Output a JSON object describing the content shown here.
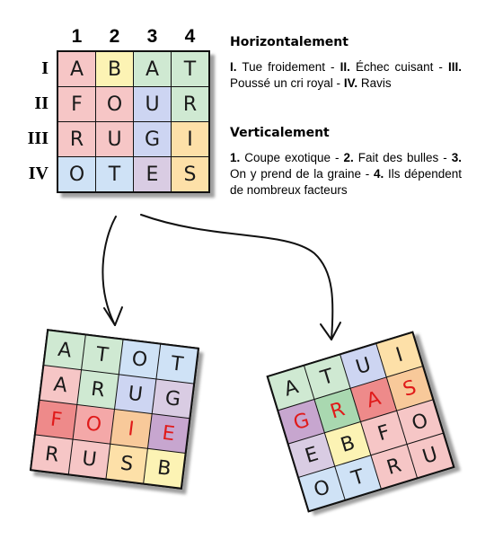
{
  "column_numbers": [
    "1",
    "2",
    "3",
    "4"
  ],
  "row_numbers": [
    "I",
    "II",
    "III",
    "IV"
  ],
  "main_grid": {
    "cells": [
      {
        "letter": "A",
        "color": "#f6c6c6"
      },
      {
        "letter": "B",
        "color": "#fcf3b4"
      },
      {
        "letter": "A",
        "color": "#cfe9d2"
      },
      {
        "letter": "T",
        "color": "#cfe9d2"
      },
      {
        "letter": "F",
        "color": "#f6c6c6"
      },
      {
        "letter": "O",
        "color": "#f6c6c6"
      },
      {
        "letter": "U",
        "color": "#cdd5f2"
      },
      {
        "letter": "R",
        "color": "#cfe9d2"
      },
      {
        "letter": "R",
        "color": "#f6c6c6"
      },
      {
        "letter": "U",
        "color": "#f6c6c6"
      },
      {
        "letter": "G",
        "color": "#cdd5f2"
      },
      {
        "letter": "I",
        "color": "#fde0a8"
      },
      {
        "letter": "O",
        "color": "#cfe2f6"
      },
      {
        "letter": "T",
        "color": "#cfe2f6"
      },
      {
        "letter": "E",
        "color": "#d9cce3"
      },
      {
        "letter": "S",
        "color": "#fde0a8"
      }
    ]
  },
  "clues": {
    "horizontal": {
      "heading": "Horizontalement",
      "items": [
        {
          "num": "I.",
          "text": " Tue froidement - "
        },
        {
          "num": "II.",
          "text": " Échec cuisant - "
        },
        {
          "num": "III.",
          "text": " Poussé un cri royal - "
        },
        {
          "num": "IV.",
          "text": " Ravis"
        }
      ]
    },
    "vertical": {
      "heading": "Verticalement",
      "items": [
        {
          "num": "1.",
          "text": " Coupe exotique - "
        },
        {
          "num": "2.",
          "text": " Fait des bulles - "
        },
        {
          "num": "3.",
          "text": " On y prend de la graine - "
        },
        {
          "num": "4.",
          "text": " Ils dépendent de nombreux facteurs"
        }
      ]
    }
  },
  "left_grid": {
    "cells": [
      {
        "letter": "A",
        "color": "#cfe9d2",
        "text_color": "#1a1a1a"
      },
      {
        "letter": "T",
        "color": "#cfe9d2",
        "text_color": "#1a1a1a"
      },
      {
        "letter": "O",
        "color": "#cfe2f6",
        "text_color": "#1a1a1a"
      },
      {
        "letter": "T",
        "color": "#cfe2f6",
        "text_color": "#1a1a1a"
      },
      {
        "letter": "A",
        "color": "#f6c6c6",
        "text_color": "#1a1a1a"
      },
      {
        "letter": "R",
        "color": "#cfe9d2",
        "text_color": "#1a1a1a"
      },
      {
        "letter": "U",
        "color": "#cdd5f2",
        "text_color": "#1a1a1a"
      },
      {
        "letter": "G",
        "color": "#d9cce3",
        "text_color": "#1a1a1a"
      },
      {
        "letter": "F",
        "color": "#ee8a8a",
        "text_color": "#e01a1a"
      },
      {
        "letter": "O",
        "color": "#f4a8a8",
        "text_color": "#e01a1a"
      },
      {
        "letter": "I",
        "color": "#f8c99a",
        "text_color": "#e01a1a"
      },
      {
        "letter": "E",
        "color": "#c7a6cf",
        "text_color": "#e01a1a"
      },
      {
        "letter": "R",
        "color": "#f6c6c6",
        "text_color": "#1a1a1a"
      },
      {
        "letter": "U",
        "color": "#f6c6c6",
        "text_color": "#1a1a1a"
      },
      {
        "letter": "S",
        "color": "#fde0a8",
        "text_color": "#1a1a1a"
      },
      {
        "letter": "B",
        "color": "#fcf3b4",
        "text_color": "#1a1a1a"
      }
    ]
  },
  "right_grid": {
    "cells": [
      {
        "letter": "A",
        "color": "#cfe9d2",
        "text_color": "#1a1a1a"
      },
      {
        "letter": "T",
        "color": "#cfe9d2",
        "text_color": "#1a1a1a"
      },
      {
        "letter": "U",
        "color": "#cdd5f2",
        "text_color": "#1a1a1a"
      },
      {
        "letter": "I",
        "color": "#fde0a8",
        "text_color": "#1a1a1a"
      },
      {
        "letter": "G",
        "color": "#c7a6cf",
        "text_color": "#e01a1a"
      },
      {
        "letter": "R",
        "color": "#a9d8b0",
        "text_color": "#e01a1a"
      },
      {
        "letter": "A",
        "color": "#ee8a8a",
        "text_color": "#e01a1a"
      },
      {
        "letter": "S",
        "color": "#f8c99a",
        "text_color": "#e01a1a"
      },
      {
        "letter": "E",
        "color": "#d9cce3",
        "text_color": "#1a1a1a"
      },
      {
        "letter": "B",
        "color": "#fcf3b4",
        "text_color": "#1a1a1a"
      },
      {
        "letter": "F",
        "color": "#f6c6c6",
        "text_color": "#1a1a1a"
      },
      {
        "letter": "O",
        "color": "#f6c6c6",
        "text_color": "#1a1a1a"
      },
      {
        "letter": "O",
        "color": "#cfe2f6",
        "text_color": "#1a1a1a"
      },
      {
        "letter": "T",
        "color": "#cfe2f6",
        "text_color": "#1a1a1a"
      },
      {
        "letter": "R",
        "color": "#f6c6c6",
        "text_color": "#1a1a1a"
      },
      {
        "letter": "U",
        "color": "#f6c6c6",
        "text_color": "#1a1a1a"
      }
    ]
  }
}
